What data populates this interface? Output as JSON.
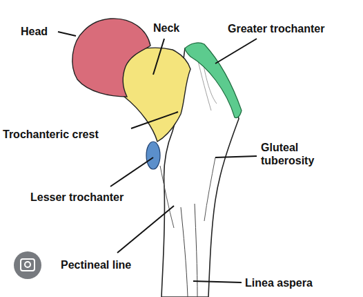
{
  "diagram": {
    "labels": [
      "Head",
      "Neck",
      "Greater trochanter",
      "Trochanteric crest",
      "Gluteal tuberosity",
      "Lesser trochanter",
      "Pectineal line",
      "Linea aspera"
    ]
  }
}
